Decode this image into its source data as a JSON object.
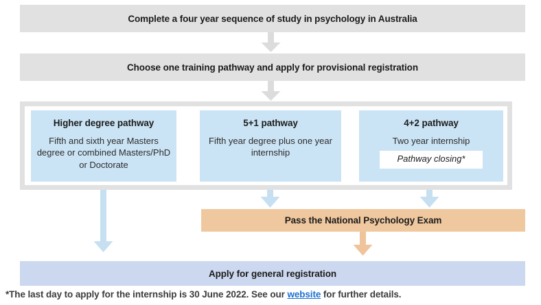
{
  "diagram": {
    "title_steps": {
      "study": "Complete a four year sequence of study in psychology in Australia",
      "choose": "Choose one training pathway and apply for provisional registration"
    },
    "pathways": [
      {
        "id": "higher-degree",
        "title": "Higher degree pathway",
        "description": "Fifth and sixth year Masters degree or combined Masters/PhD or Doctorate",
        "note": ""
      },
      {
        "id": "five-plus-one",
        "title": "5+1 pathway",
        "description": "Fifth year degree plus one year internship",
        "note": ""
      },
      {
        "id": "four-plus-two",
        "title": "4+2 pathway",
        "description": "Two year internship",
        "note": "Pathway closing*"
      }
    ],
    "exam_step": "Pass the National Psychology Exam",
    "registration_step": "Apply for general registration",
    "footnote": {
      "before_link": "*The last day to apply for the internship is 30 June 2022. See our ",
      "link_text": "website",
      "after_link": " for further details."
    },
    "colors": {
      "grey_bar": "#e2e1e1",
      "pathway_blue": "#cbe4f5",
      "exam_orange": "#f0c8a0",
      "registration_lavender": "#ccd8ef",
      "arrow_grey": "#dcdcdc",
      "arrow_blue": "#bcdcf0",
      "arrow_orange": "#efc49b",
      "link_blue": "#1a6fd0",
      "text_dark": "#1b1b1b"
    },
    "icons": {
      "down_arrow": "down-arrow-icon"
    }
  }
}
